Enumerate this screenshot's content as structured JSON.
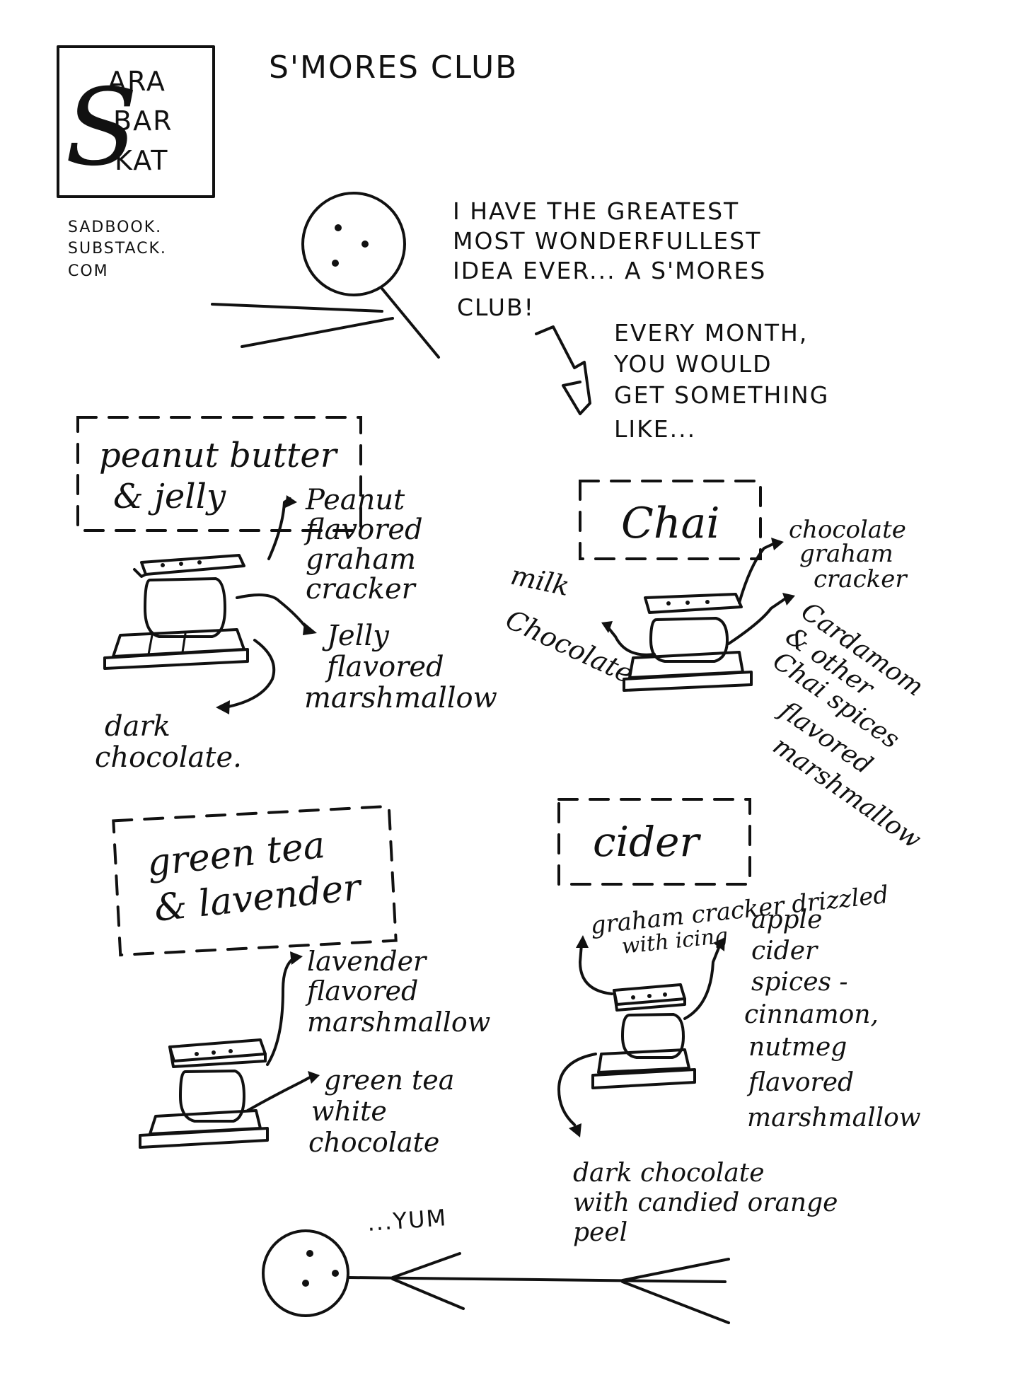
{
  "logo": {
    "big_letter": "S",
    "lines": [
      "ARA",
      "BAR",
      "KAT"
    ]
  },
  "website": [
    "SADBOOK.",
    "SUBSTACK.",
    "COM"
  ],
  "title": "S'MORES CLUB",
  "intro_speech": [
    "I HAVE THE GREATEST",
    "MOST WONDERFULLEST",
    "IDEA EVER... A S'MORES",
    "CLUB!"
  ],
  "every_month": [
    "EVERY MONTH,",
    "YOU WOULD",
    "GET SOMETHING",
    "LIKE..."
  ],
  "flavors": {
    "pbj": {
      "name": [
        "peanut butter",
        "& jelly"
      ],
      "cracker": [
        "Peanut",
        "flavored",
        "graham",
        "cracker"
      ],
      "marshmallow": [
        "Jelly",
        "flavored",
        "marshmallow"
      ],
      "chocolate": [
        "dark",
        "chocolate."
      ]
    },
    "chai": {
      "name": "Chai",
      "cracker": [
        "chocolate",
        "graham",
        "cracker"
      ],
      "marshmallow": [
        "Cardamom",
        "& other",
        "Chai spices",
        "flavored",
        "marshmallow"
      ],
      "chocolate": [
        "milk",
        "Chocolate"
      ]
    },
    "greentea": {
      "name": [
        "green tea",
        "& lavender"
      ],
      "marshmallow": [
        "lavender",
        "flavored",
        "marshmallow"
      ],
      "chocolate": [
        "green tea",
        "white",
        "chocolate"
      ]
    },
    "cider": {
      "name": "cider",
      "cracker": [
        "graham cracker drizzled",
        "with icing"
      ],
      "marshmallow": [
        "apple",
        "cider",
        "spices -",
        "cinnamon,",
        "nutmeg",
        "flavored",
        "marshmallow"
      ],
      "chocolate": [
        "dark chocolate",
        "with candied orange",
        "peel"
      ]
    }
  },
  "outro": "...YUM"
}
